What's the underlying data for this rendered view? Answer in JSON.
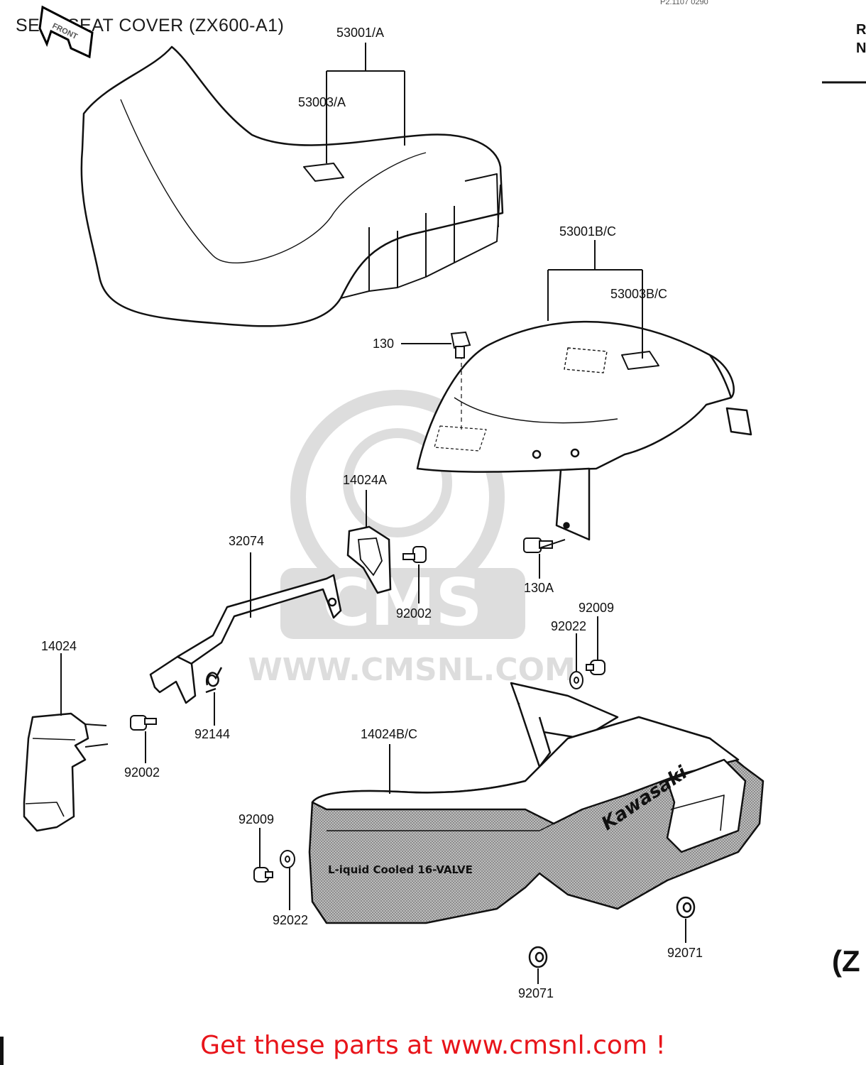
{
  "title": "SEAT/SEAT COVER (ZX600-A1)",
  "ref_code": "P2.1107 0290",
  "front_tag": "FRONT",
  "side_header": [
    "R",
    "N"
  ],
  "side_code": "(Z",
  "watermark": {
    "brand": "CMS",
    "url": "WWW.CMSNL.COM"
  },
  "cover_text": {
    "brand": "Kawasaki",
    "engine": "L-iquid Cooled 16-VALVE"
  },
  "parts": [
    {
      "id": "53001/A"
    },
    {
      "id": "53003/A"
    },
    {
      "id": "53001B/C"
    },
    {
      "id": "53003B/C"
    },
    {
      "id": "130"
    },
    {
      "id": "14024A"
    },
    {
      "id": "32074"
    },
    {
      "id": "92002"
    },
    {
      "id": "130A"
    },
    {
      "id": "92009"
    },
    {
      "id": "92022"
    },
    {
      "id": "14024"
    },
    {
      "id": "92144"
    },
    {
      "id": "92002"
    },
    {
      "id": "14024B/C"
    },
    {
      "id": "92009"
    },
    {
      "id": "92022"
    },
    {
      "id": "92071"
    },
    {
      "id": "92071"
    }
  ],
  "footer": "Get these parts at www.cmsnl.com !"
}
